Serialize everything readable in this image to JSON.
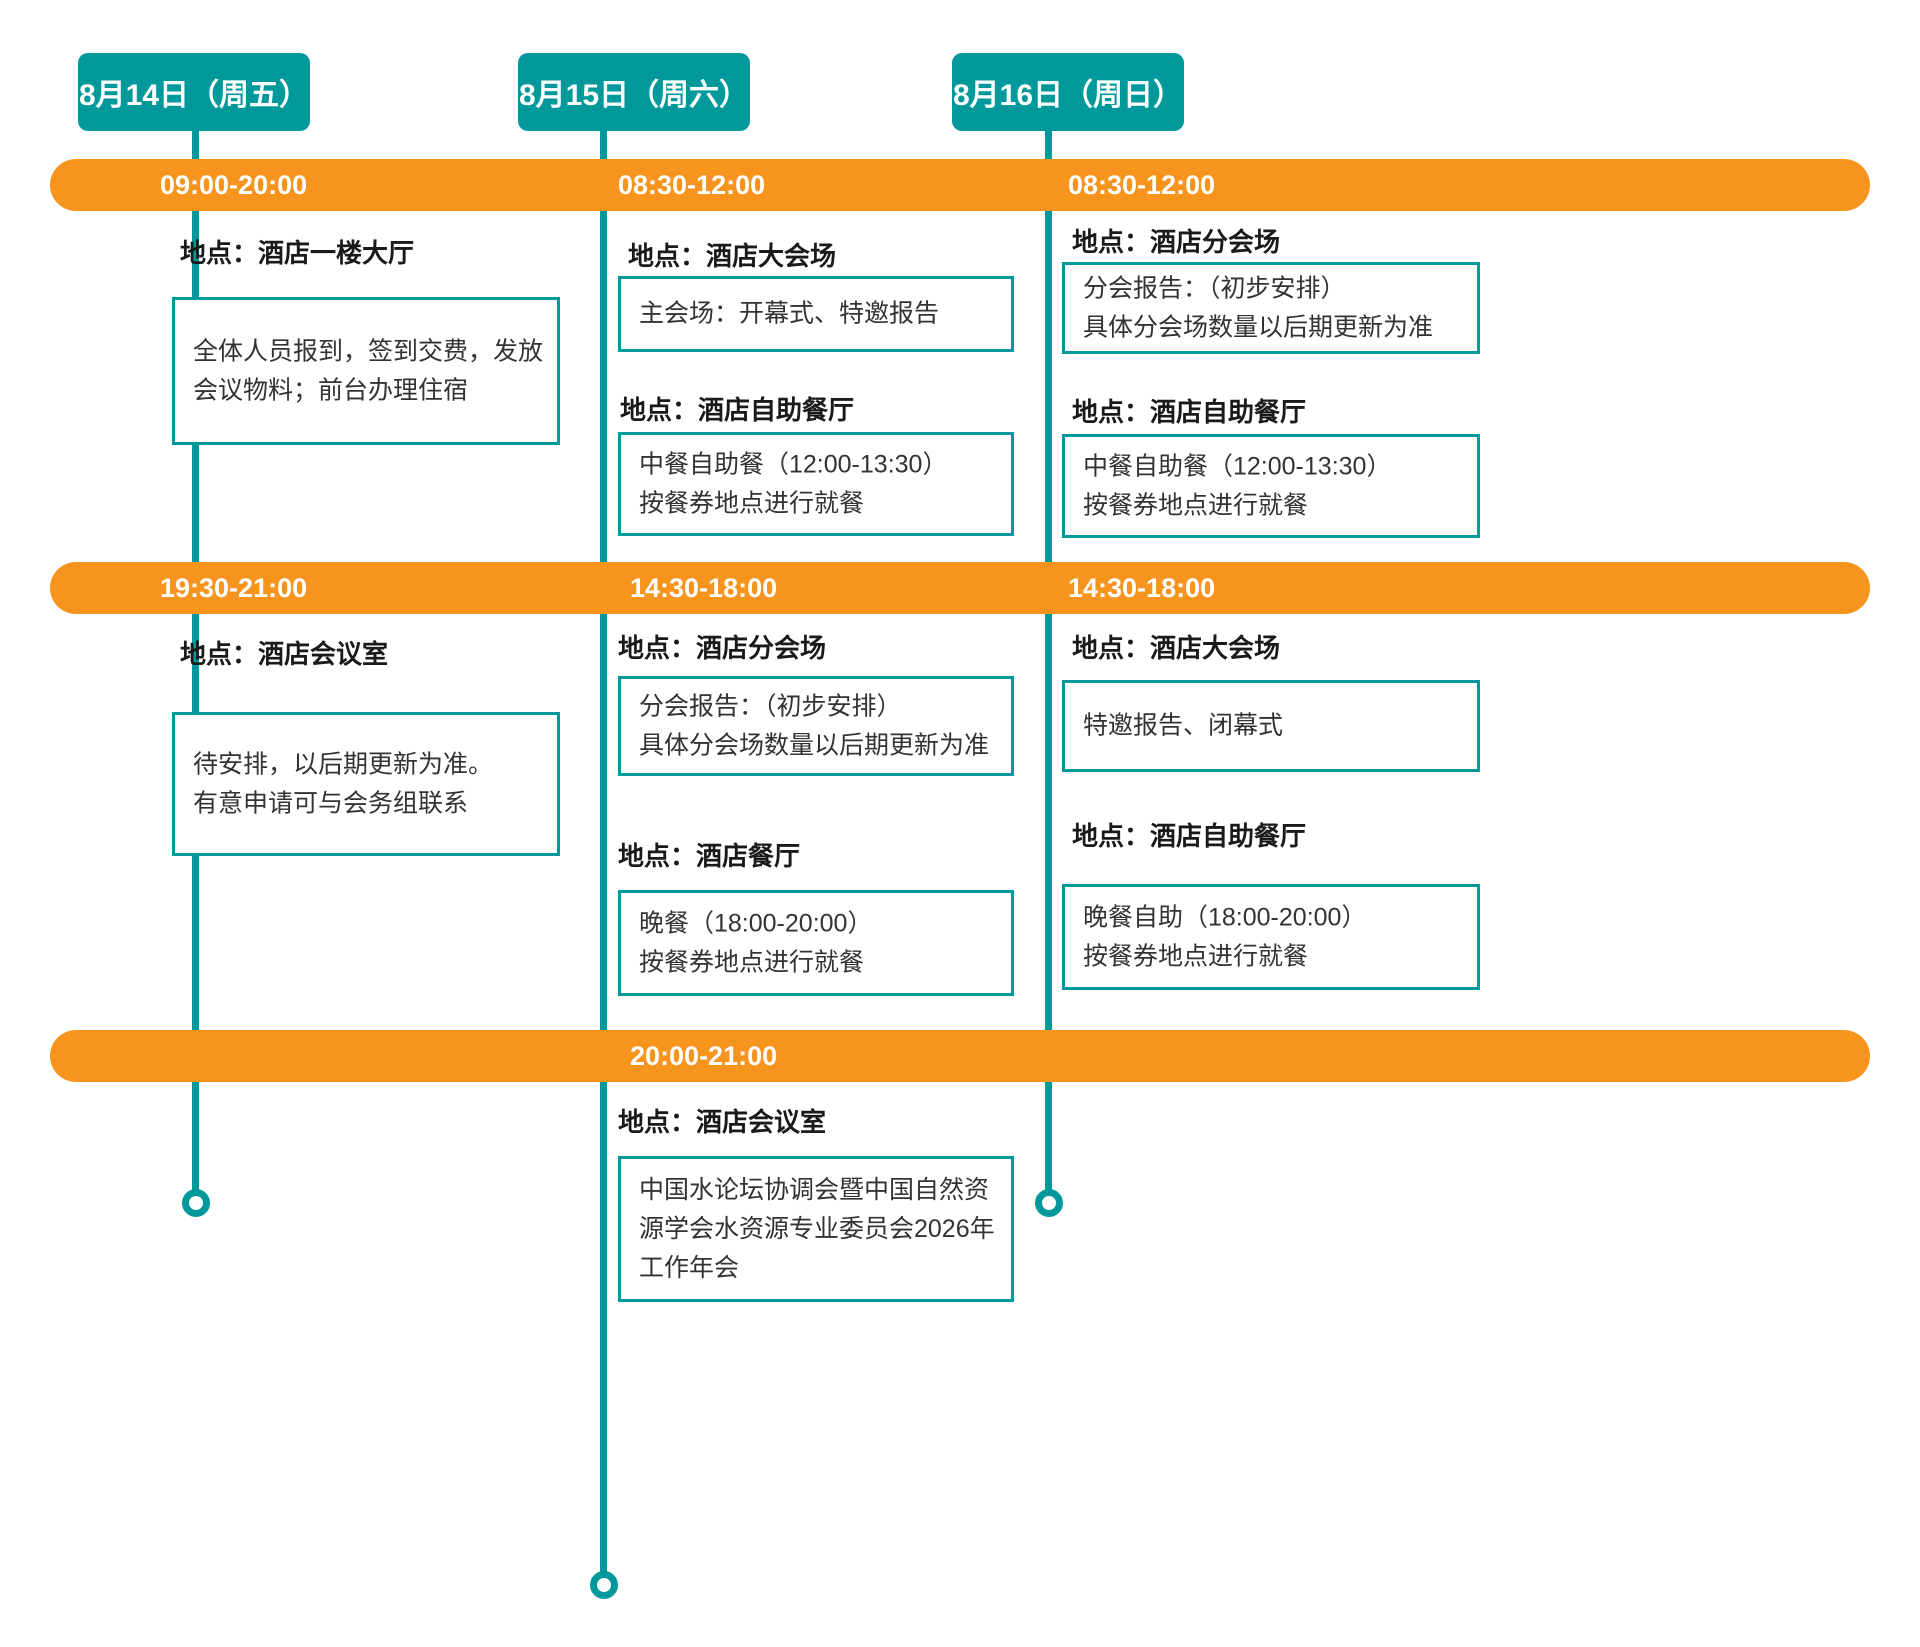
{
  "meta": {
    "title": "会议日程时间轴",
    "colors": {
      "teal": "#00999B",
      "orange": "#F7941E",
      "text": "#333333",
      "heading": "#1a1a1a"
    }
  },
  "columns": [
    {
      "id": "day1",
      "date_label": "8月14日（周五）"
    },
    {
      "id": "day2",
      "date_label": "8月15日（周六）"
    },
    {
      "id": "day3",
      "date_label": "8月16日（周日）"
    }
  ],
  "rows": [
    {
      "id": "row1",
      "times": [
        "09:00-20:00",
        "08:30-12:00",
        "08:30-12:00"
      ],
      "cells": [
        {
          "blocks": [
            {
              "place": "地点：酒店一楼大厅",
              "body": "全体人员报到，签到交费，发放\n会议物料；前台办理住宿"
            }
          ]
        },
        {
          "blocks": [
            {
              "place": "地点：酒店大会场",
              "body": "主会场：开幕式、特邀报告"
            },
            {
              "place": "地点：酒店自助餐厅",
              "body": "中餐自助餐（12:00-13:30）\n按餐券地点进行就餐"
            }
          ]
        },
        {
          "blocks": [
            {
              "place": "地点：酒店分会场",
              "body": "分会报告：（初步安排）\n具体分会场数量以后期更新为准"
            },
            {
              "place": "地点：酒店自助餐厅",
              "body": "中餐自助餐（12:00-13:30）\n按餐券地点进行就餐"
            }
          ]
        }
      ]
    },
    {
      "id": "row2",
      "times": [
        "19:30-21:00",
        "14:30-18:00",
        "14:30-18:00"
      ],
      "cells": [
        {
          "blocks": [
            {
              "place": "地点：酒店会议室",
              "body": "待安排，以后期更新为准。\n有意申请可与会务组联系"
            }
          ]
        },
        {
          "blocks": [
            {
              "place": "地点：酒店分会场",
              "body": "分会报告：（初步安排）\n具体分会场数量以后期更新为准"
            },
            {
              "place": "地点：酒店餐厅",
              "body": "晚餐（18:00-20:00）\n按餐券地点进行就餐"
            }
          ]
        },
        {
          "blocks": [
            {
              "place": "地点：酒店大会场",
              "body": "特邀报告、闭幕式"
            },
            {
              "place": "地点：酒店自助餐厅",
              "body": "晚餐自助（18:00-20:00）\n按餐券地点进行就餐"
            }
          ]
        }
      ]
    },
    {
      "id": "row3",
      "times": [
        "20:00-21:00"
      ],
      "cells": [
        {
          "blocks": [
            {
              "place": "地点：酒店会议室",
              "body": "中国水论坛协调会暨中国自然资\n源学会水资源专业委员会2026年\n工作年会"
            }
          ]
        }
      ]
    }
  ]
}
